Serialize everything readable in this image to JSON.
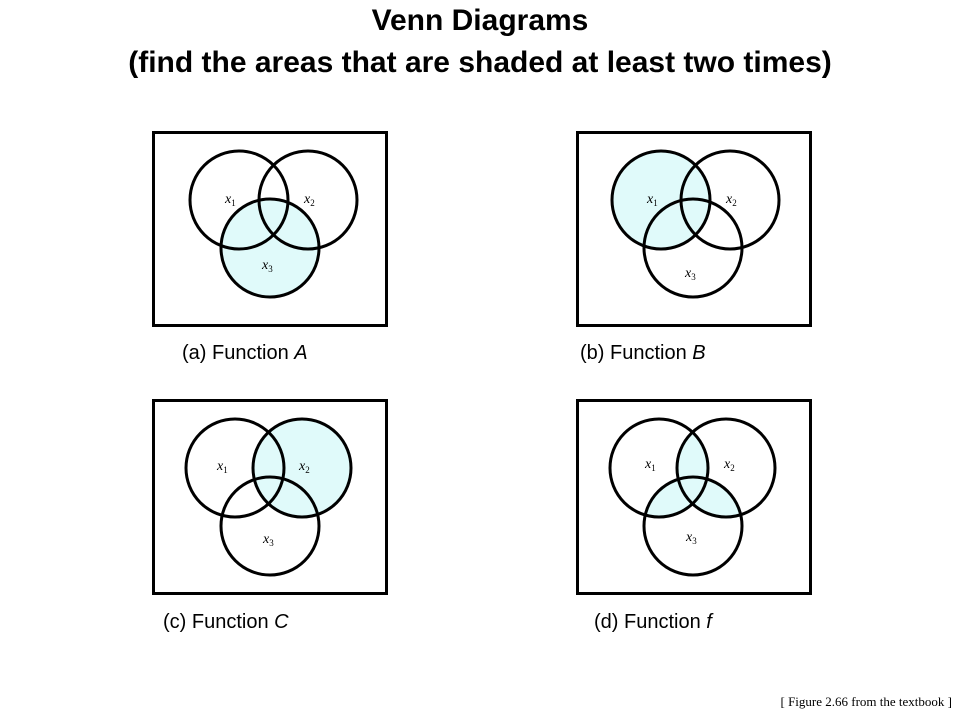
{
  "title_line1": "Venn Diagrams",
  "title_line2": "(find the areas that are shaded at least two times)",
  "colors": {
    "shade": "#e0fafa",
    "stroke": "#000000"
  },
  "set_labels": {
    "x1": "1",
    "x2": "2",
    "x3": "3",
    "var": "x"
  },
  "panels": [
    {
      "id": "a",
      "caption_prefix": "(a) Function ",
      "caption_fn": "A",
      "shaded_regions": [
        "x3"
      ]
    },
    {
      "id": "b",
      "caption_prefix": "(b) Function ",
      "caption_fn": "B",
      "shaded_regions": [
        "x1"
      ]
    },
    {
      "id": "c",
      "caption_prefix": "(c) Function ",
      "caption_fn": "C",
      "shaded_regions": [
        "x2"
      ]
    },
    {
      "id": "d",
      "caption_prefix": "(d) Function ",
      "caption_fn": "f",
      "shaded_regions": [
        "x1∩x2",
        "x1∩x3",
        "x2∩x3"
      ]
    }
  ],
  "footnote": "[ Figure 2.66 from the textbook ]"
}
